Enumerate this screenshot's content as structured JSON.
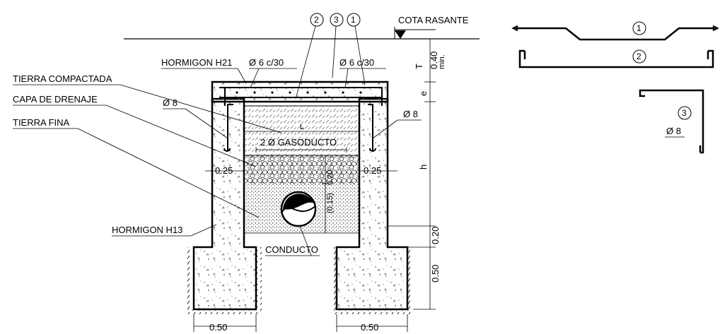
{
  "labels": {
    "cota_rasante": "COTA RASANTE",
    "hormigon_h21": "HORMIGON H21",
    "tierra_compactada": "TIERRA COMPACTADA",
    "capa_drenaje": "CAPA DE DRENAJE",
    "tierra_fina": "TIERRA FINA",
    "hormigon_h13": "HORMIGON H13",
    "conducto": "CONDUCTO",
    "gasoducto": "2 Ø GASODUCTO",
    "rebar_slab_left": "Ø 6 c/30",
    "rebar_slab_right": "Ø 6 c/30",
    "rebar_wall_left": "Ø 8",
    "rebar_wall_right": "Ø 8"
  },
  "bubbles": {
    "b2": "2",
    "b3": "3",
    "b1": "1",
    "detail1": "1",
    "detail2": "2",
    "detail3": "3"
  },
  "detail3_label": "Ø 8",
  "dimensions": {
    "t_mark": "T",
    "cover": "0.40",
    "cover_min": "min.",
    "e": "e",
    "h": "h",
    "L": "L",
    "wall_left": "0.25",
    "wall_right": "0.25",
    "gravel": "0.20",
    "fine": "(0.15)",
    "base": "0.20",
    "footing_depth": "0.50",
    "footing_left": "0.50",
    "footing_right": "0.50"
  },
  "colors": {
    "line": "#000000",
    "background": "#ffffff",
    "concrete_dot": "#555555",
    "gravel": "#3a3a3a"
  }
}
